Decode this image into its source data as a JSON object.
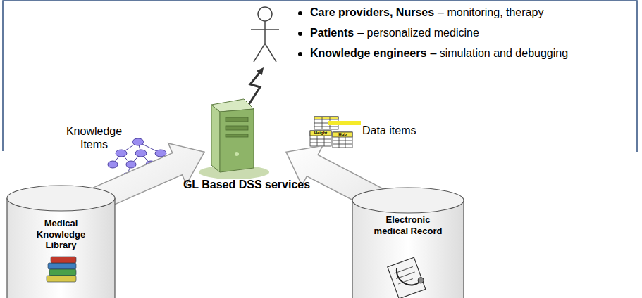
{
  "diagram": {
    "nodes": [
      {
        "text": [
          "GL Based DSS services"
        ]
      },
      {
        "text": [
          "Medical Knowledge Library"
        ]
      },
      {
        "text": [
          "Electronic medical Record"
        ]
      }
    ],
    "edges": [
      {
        "from": 1,
        "to": 0,
        "arrow": "to"
      },
      {
        "from": 2,
        "to": 0,
        "arrow": "to"
      }
    ],
    "labels": [
      "Care providers, Nurses",
      "– monitoring, therapy",
      "Patients",
      "– personalized medicine",
      "Knowledge engineers",
      "– simulation and debugging",
      "Knowledge Items",
      "Data items",
      "Height",
      "Hgb"
    ]
  }
}
